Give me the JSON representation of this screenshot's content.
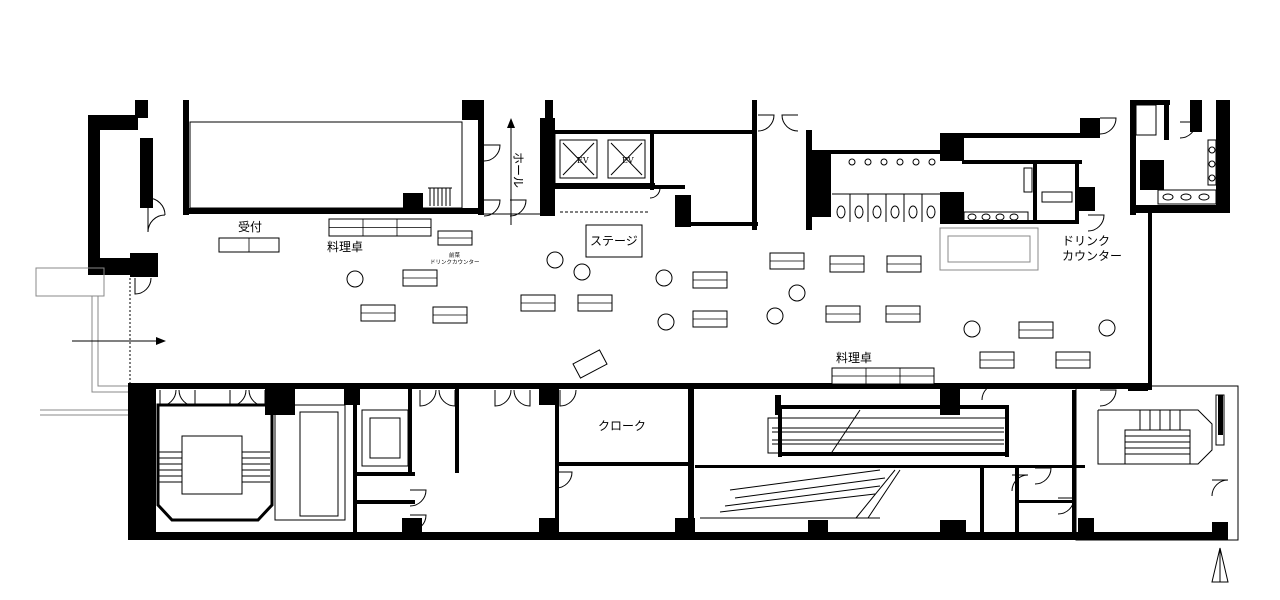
{
  "labels": {
    "reception": "受付",
    "buffet_table_top": "料理卓",
    "pre_drink_line1": "前菜",
    "pre_drink_line2": "ドリンクカウンター",
    "hall": "ホール",
    "elevator_left": "EV",
    "elevator_right": "EV",
    "stage": "ステージ",
    "drink_counter_line1": "ドリンク",
    "drink_counter_line2": "カウンター",
    "buffet_table_bottom": "料理卓",
    "cloak": "クローク"
  }
}
